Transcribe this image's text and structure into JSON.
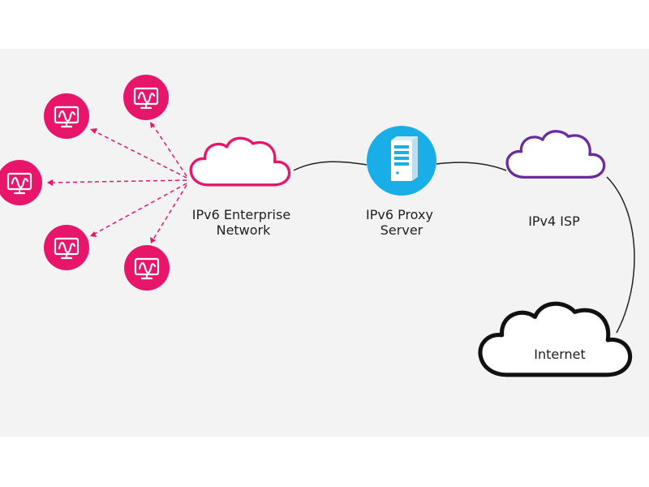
{
  "labels": {
    "enterprise": [
      "IPv6 Enterprise",
      "Network"
    ],
    "proxy": [
      "IPv6 Proxy",
      "Server"
    ],
    "isp": "IPv4 ISP",
    "internet": "Internet"
  },
  "colors": {
    "background": "#f3f3f4",
    "device": "#e8166b",
    "enterprise_cloud": "#e8166b",
    "isp_cloud": "#6b2aa0",
    "proxy": "#1aaee8",
    "internet_cloud": "#111111",
    "link": "#222222"
  },
  "icons": {
    "device": "monitor-icon",
    "proxy": "server-icon",
    "cloud": "cloud-icon"
  },
  "device_count": 5
}
